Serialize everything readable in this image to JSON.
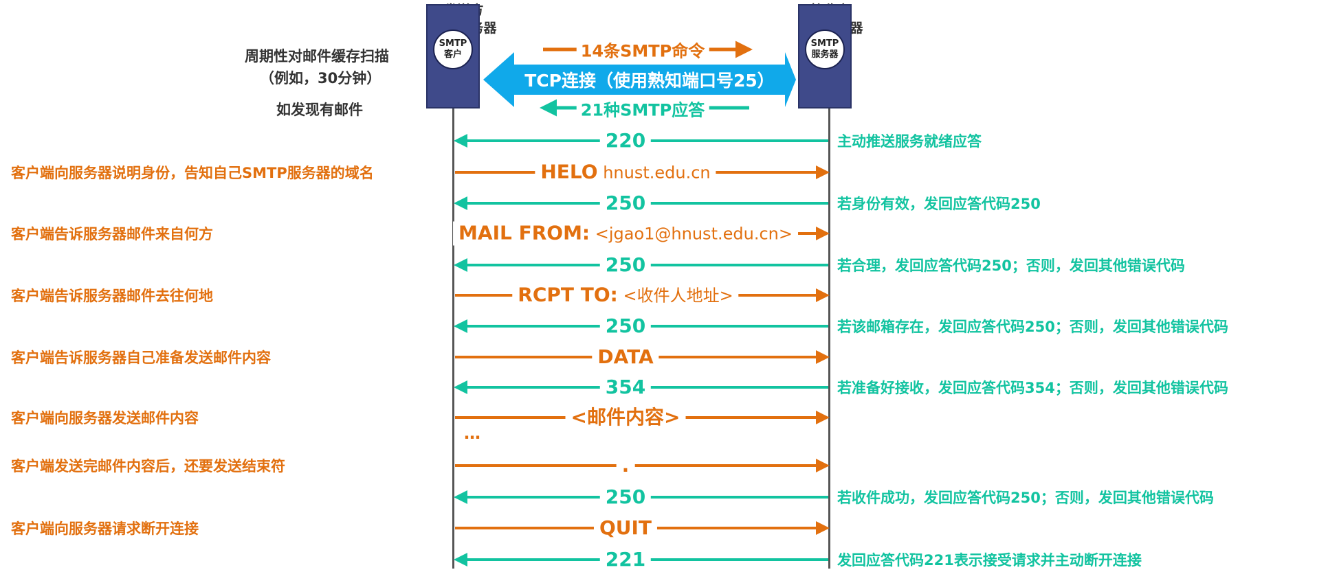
{
  "sender": {
    "title_line1": "发送方",
    "title_line2": "邮件服务器",
    "node_line1": "SMTP",
    "node_line2": "客户"
  },
  "receiver": {
    "title_line1": "接收方",
    "title_line2": "邮件服务器",
    "node_line1": "SMTP",
    "node_line2": "服务器"
  },
  "scan_notes": {
    "line1": "周期性对邮件缓存扫描",
    "line2": "（例如，30分钟）",
    "line3": "如发现有邮件"
  },
  "connection": {
    "commands_label": "14条SMTP命令",
    "tcp_label": "TCP连接（使用熟知端口号25）",
    "replies_label": "21种SMTP应答"
  },
  "colors": {
    "command": "#e2700f",
    "reply": "#12c3a0",
    "tcp": "#10a9ea",
    "node": "#3f4a8a",
    "lifeline": "#555555"
  },
  "messages": [
    {
      "dir": "reply",
      "label": "220",
      "arg": "",
      "left_note": "",
      "right_note": "主动推送服务就绪应答"
    },
    {
      "dir": "command",
      "label": "HELO",
      "arg": "hnust.edu.cn",
      "left_note": "客户端向服务器说明身份，告知自己SMTP服务器的域名",
      "right_note": ""
    },
    {
      "dir": "reply",
      "label": "250",
      "arg": "",
      "left_note": "",
      "right_note": "若身份有效，发回应答代码250"
    },
    {
      "dir": "command",
      "label": "MAIL FROM:",
      "arg": "<jgao1@hnust.edu.cn>",
      "left_note": "客户端告诉服务器邮件来自何方",
      "right_note": ""
    },
    {
      "dir": "reply",
      "label": "250",
      "arg": "",
      "left_note": "",
      "right_note": "若合理，发回应答代码250；否则，发回其他错误代码"
    },
    {
      "dir": "command",
      "label": "RCPT TO:",
      "arg": "<收件人地址>",
      "left_note": "客户端告诉服务器邮件去往何地",
      "right_note": ""
    },
    {
      "dir": "reply",
      "label": "250",
      "arg": "",
      "left_note": "",
      "right_note": "若该邮箱存在，发回应答代码250；否则，发回其他错误代码"
    },
    {
      "dir": "command",
      "label": "DATA",
      "arg": "",
      "left_note": "客户端告诉服务器自己准备发送邮件内容",
      "right_note": ""
    },
    {
      "dir": "reply",
      "label": "354",
      "arg": "",
      "left_note": "",
      "right_note": "若准备好接收，发回应答代码354；否则，发回其他错误代码"
    },
    {
      "dir": "command",
      "label": "<邮件内容>",
      "arg": "",
      "left_note": "客户端向服务器发送邮件内容",
      "right_note": ""
    },
    {
      "dir": "command",
      "label": ".",
      "arg": "",
      "left_note": "客户端发送完邮件内容后，还要发送结束符",
      "right_note": ""
    },
    {
      "dir": "reply",
      "label": "250",
      "arg": "",
      "left_note": "",
      "right_note": "若收件成功，发回应答代码250；否则，发回其他错误代码"
    },
    {
      "dir": "command",
      "label": "QUIT",
      "arg": "",
      "left_note": "客户端向服务器请求断开连接",
      "right_note": ""
    },
    {
      "dir": "reply",
      "label": "221",
      "arg": "",
      "left_note": "",
      "right_note": "发回应答代码221表示接受请求并主动断开连接"
    }
  ],
  "ellipsis": "…"
}
